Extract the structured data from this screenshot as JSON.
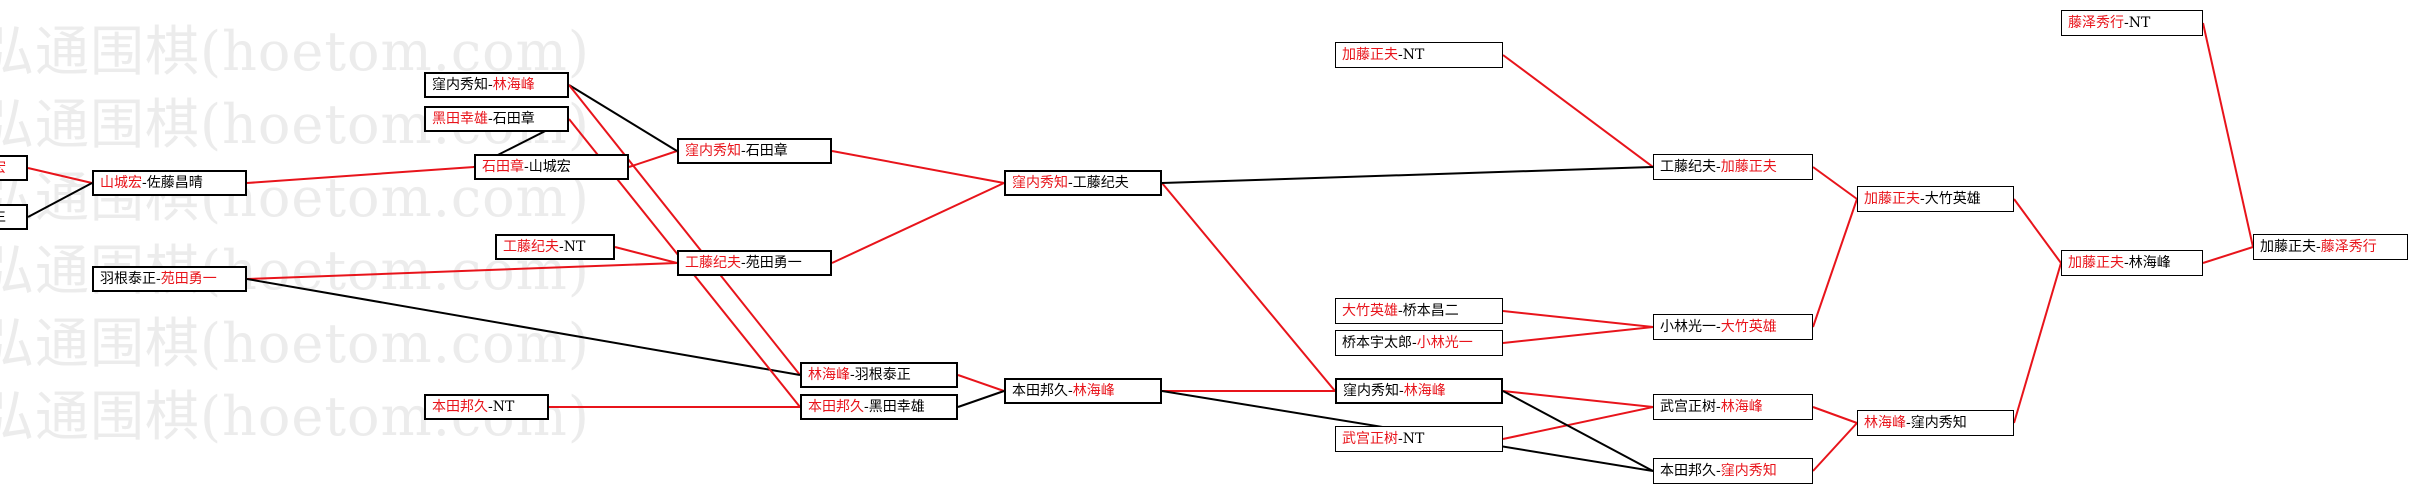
{
  "watermark": {
    "text": "弘通围棋(hoetom.com)",
    "rows": [
      0,
      1,
      2,
      3,
      4,
      5
    ]
  },
  "colors": {
    "winner_text": "#e8141b",
    "loser_text": "#000000",
    "win_line": "#e8141b",
    "lose_line": "#000000"
  },
  "matches": {
    "r1_cut_top": {
      "a": "城宏",
      "b": "",
      "winner": "a"
    },
    "r1_cut_bottom": {
      "a": "阳生",
      "b": "",
      "winner": "none"
    },
    "r1_a": {
      "a": "窪内秀知",
      "b": "林海峰",
      "winner": "b"
    },
    "r1_b": {
      "a": "黑田幸雄",
      "b": "石田章",
      "winner": "a"
    },
    "r1_c": {
      "a": "山城宏",
      "b": "佐藤昌晴",
      "winner": "a"
    },
    "r1_d": {
      "a": "工藤纪夫",
      "b": "NT",
      "winner": "a"
    },
    "r1_e": {
      "a": "羽根泰正",
      "b": "苑田勇一",
      "winner": "b"
    },
    "r1_f": {
      "a": "本田邦久",
      "b": "NT",
      "winner": "a"
    },
    "r2_a": {
      "a": "石田章",
      "b": "山城宏",
      "winner": "a"
    },
    "r2_b": {
      "a": "窪内秀知",
      "b": "石田章",
      "winner": "a"
    },
    "r2_c": {
      "a": "工藤纪夫",
      "b": "苑田勇一",
      "winner": "a"
    },
    "r2_d": {
      "a": "林海峰",
      "b": "羽根泰正",
      "winner": "a"
    },
    "r2_e": {
      "a": "本田邦久",
      "b": "黑田幸雄",
      "winner": "a"
    },
    "r3_a": {
      "a": "窪内秀知",
      "b": "工藤纪夫",
      "winner": "a"
    },
    "r3_b": {
      "a": "本田邦久",
      "b": "林海峰",
      "winner": "b"
    },
    "r4_a": {
      "a": "窪内秀知",
      "b": "林海峰",
      "winner": "b"
    },
    "r4_b": {
      "a": "武宫正树",
      "b": "NT",
      "winner": "a"
    },
    "r5_a": {
      "a": "武宫正树",
      "b": "林海峰",
      "winner": "b"
    },
    "r5_b": {
      "a": "本田邦久",
      "b": "窪内秀知",
      "winner": "b"
    },
    "r6_a": {
      "a": "林海峰",
      "b": "窪内秀知",
      "winner": "a"
    },
    "l1_a": {
      "a": "加藤正夫",
      "b": "NT",
      "winner": "a"
    },
    "l1_b": {
      "a": "大竹英雄",
      "b": "桥本昌二",
      "winner": "a"
    },
    "l1_c": {
      "a": "桥本宇太郎",
      "b": "小林光一",
      "winner": "b"
    },
    "l2_a": {
      "a": "工藤纪夫",
      "b": "加藤正夫",
      "winner": "b"
    },
    "l2_b": {
      "a": "小林光一",
      "b": "大竹英雄",
      "winner": "b"
    },
    "l3_a": {
      "a": "加藤正夫",
      "b": "大竹英雄",
      "winner": "a"
    },
    "semi": {
      "a": "加藤正夫",
      "b": "林海峰",
      "winner": "a"
    },
    "fs": {
      "a": "藤泽秀行",
      "b": "NT",
      "winner": "a"
    },
    "final": {
      "a": "加藤正夫",
      "b": "藤泽秀行",
      "winner": "b"
    }
  }
}
